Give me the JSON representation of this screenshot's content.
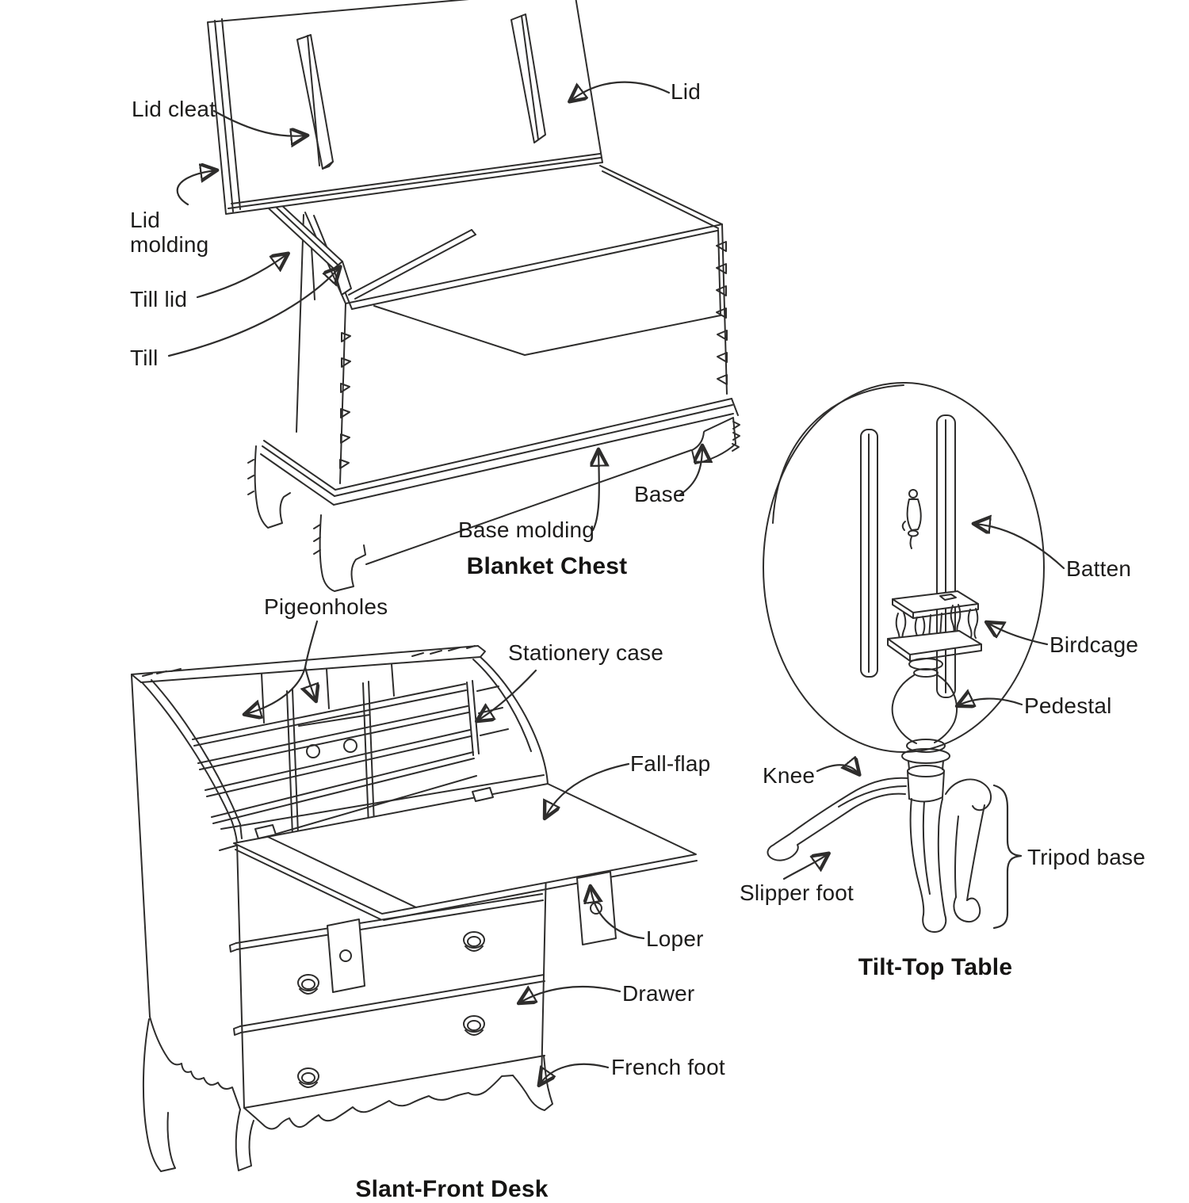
{
  "diagrams": {
    "blanket_chest": {
      "title": "Blanket Chest",
      "labels": {
        "lid_cleat": "Lid cleat",
        "lid": "Lid",
        "lid_molding": "Lid molding",
        "till_lid": "Till lid",
        "till": "Till",
        "base": "Base",
        "base_molding": "Base molding"
      }
    },
    "slant_front_desk": {
      "title": "Slant-Front Desk",
      "labels": {
        "pigeonholes": "Pigeonholes",
        "stationery_case": "Stationery case",
        "fall_flap": "Fall-flap",
        "loper": "Loper",
        "drawer": "Drawer",
        "french_foot": "French foot"
      }
    },
    "tilt_top_table": {
      "title": "Tilt-Top Table",
      "labels": {
        "batten": "Batten",
        "birdcage": "Birdcage",
        "pedestal": "Pedestal",
        "knee": "Knee",
        "slipper_foot": "Slipper foot",
        "tripod_base": "Tripod base"
      }
    }
  },
  "colors": {
    "line": "#2e2d2c",
    "text": "#1d1c1b",
    "background": "#ffffff"
  }
}
